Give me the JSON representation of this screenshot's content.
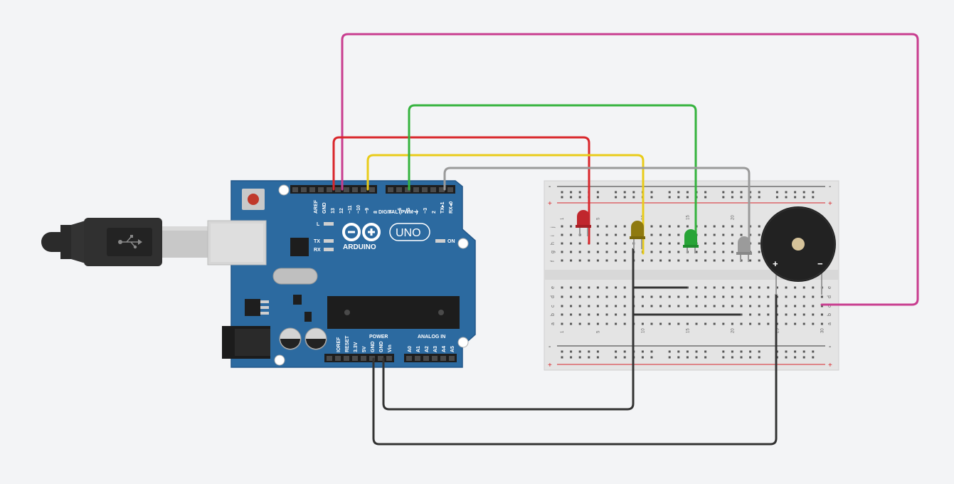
{
  "colors": {
    "background": "#f3f4f6",
    "arduino_board": "#2c6aa0",
    "wire_magenta": "#c83d8f",
    "wire_red": "#d9262b",
    "wire_yellow": "#e9cc1a",
    "wire_green": "#35b33e",
    "wire_gray": "#9a9a9a",
    "wire_black": "#333333",
    "breadboard": "#e6e6e6",
    "rail_red": "#d9262b",
    "led_red": "#c0272d",
    "led_yellow": "#8f7a10",
    "led_green": "#27a436",
    "led_gray": "#9b9b9b",
    "buzzer": "#222222"
  },
  "arduino": {
    "brand": "ARDUINO",
    "model": "UNO",
    "digital_header": [
      "AREF",
      "GND",
      "13",
      "12",
      "~11",
      "~10",
      "~9",
      "8",
      "7",
      "~6",
      "~5",
      "4",
      "~3",
      "2",
      "TX▸1",
      "RX◂0"
    ],
    "digital_label": "DIGITAL (PWM~)",
    "led_l": "L",
    "led_tx": "TX",
    "led_rx": "RX",
    "led_on": "ON",
    "power_header": [
      "IOREF",
      "RESET",
      "3.3V",
      "5V",
      "GND",
      "GND",
      "Vin"
    ],
    "power_label": "POWER",
    "analog_header": [
      "A0",
      "A1",
      "A2",
      "A3",
      "A4",
      "A5"
    ],
    "analog_label": "ANALOG IN"
  },
  "breadboard": {
    "rail_plus": "+",
    "rail_minus": "-",
    "rows_top": [
      "j",
      "i",
      "h",
      "g",
      "f"
    ],
    "rows_bottom": [
      "e",
      "d",
      "c",
      "b",
      "a"
    ],
    "column_numbers": [
      "1",
      "5",
      "10",
      "15",
      "20",
      "25",
      "30"
    ]
  },
  "usb": {
    "icon": "usb-icon"
  },
  "components": {
    "leds": [
      "led-red",
      "led-yellow",
      "led-green",
      "led-gray"
    ],
    "buzzer_plus": "+",
    "buzzer_minus": "−"
  }
}
